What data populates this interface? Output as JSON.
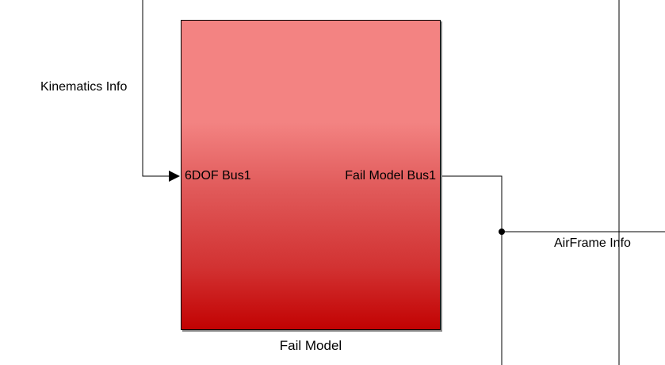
{
  "block": {
    "name": "Fail Model",
    "input_port": "6DOF Bus1",
    "output_port": "Fail Model Bus1"
  },
  "signals": {
    "input_signal": "Kinematics Info",
    "output_signal": "AirFrame Info"
  },
  "colors": {
    "block_top": "#f38382",
    "block_bottom": "#c20202",
    "line": "#000000"
  }
}
